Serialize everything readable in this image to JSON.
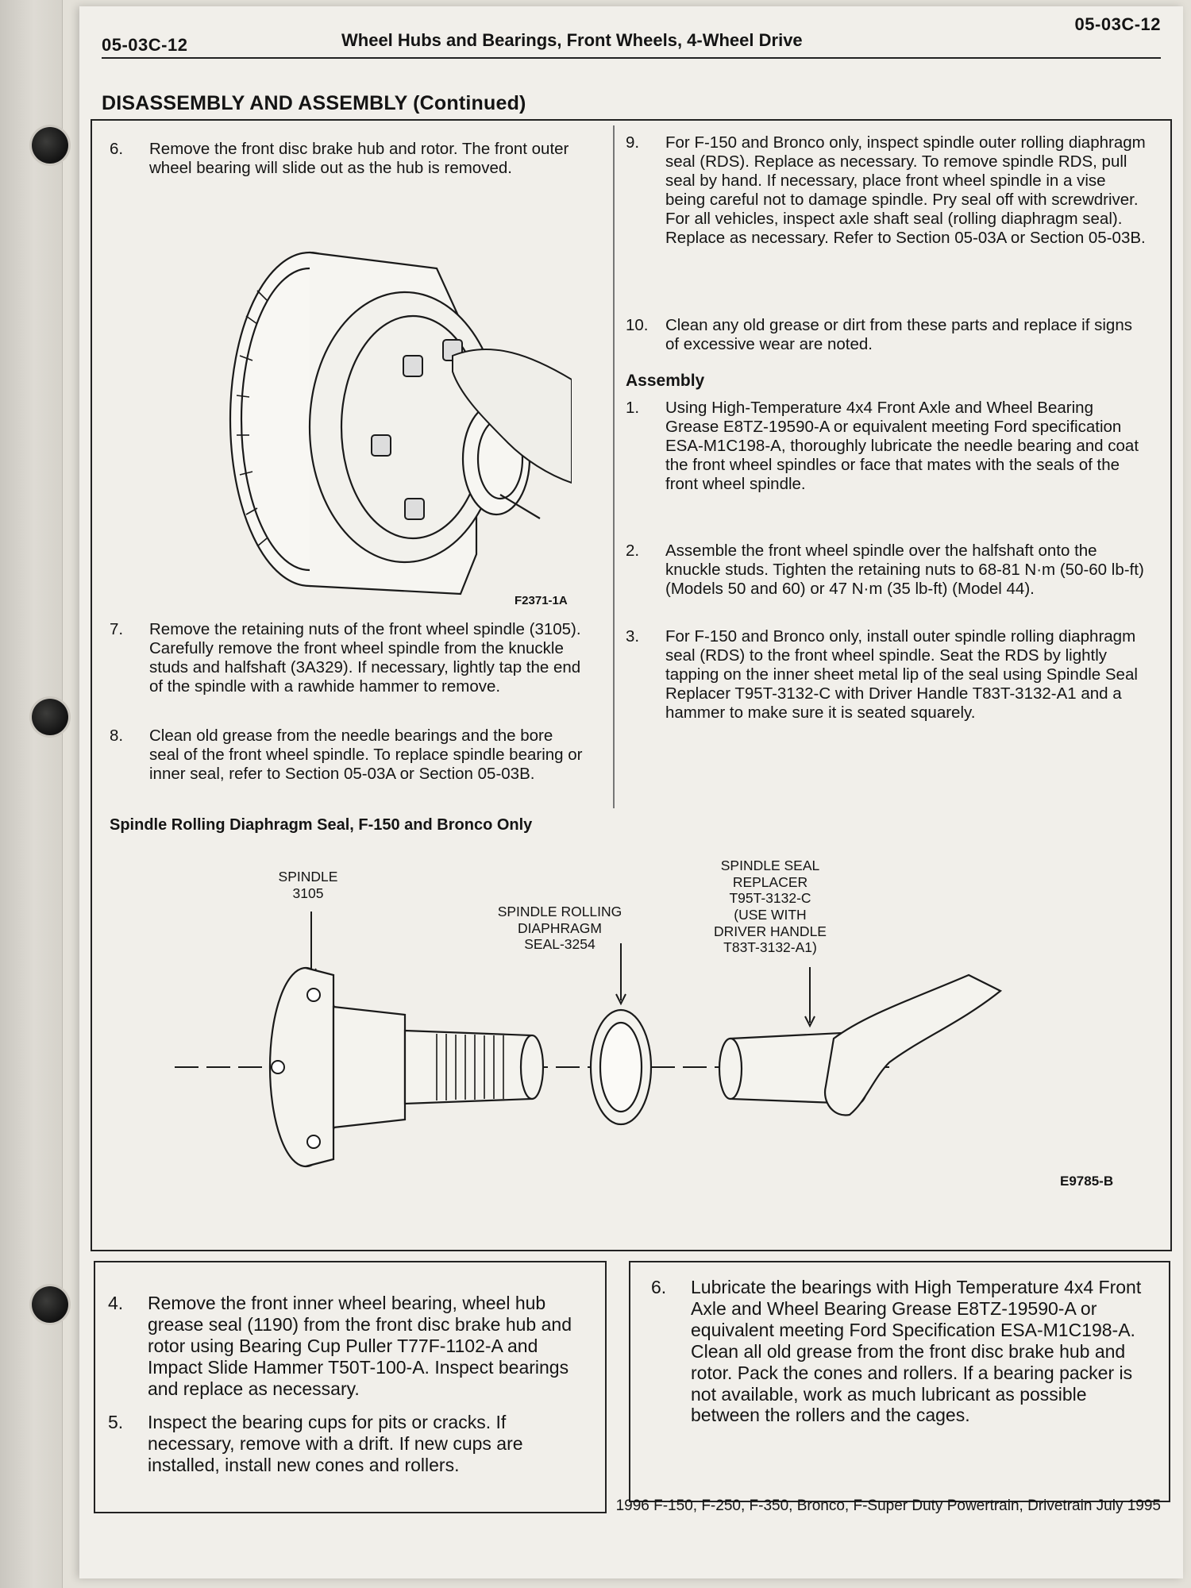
{
  "header": {
    "code_left": "05-03C-12",
    "title": "Wheel Hubs and Bearings, Front Wheels, 4-Wheel Drive",
    "code_right": "05-03C-12"
  },
  "section_title": "DISASSEMBLY AND ASSEMBLY (Continued)",
  "left_steps": [
    {
      "num": "6.",
      "text": "Remove the front disc brake hub and rotor. The front outer wheel bearing will slide out as the hub is removed."
    },
    {
      "num": "7.",
      "text": "Remove the retaining nuts of the front wheel spindle (3105). Carefully remove the front wheel spindle from the knuckle studs and halfshaft (3A329). If necessary, lightly tap the end of the spindle with a rawhide hammer to remove."
    },
    {
      "num": "8.",
      "text": "Clean old grease from the needle bearings and the bore seal of the front wheel spindle. To replace spindle bearing or inner seal, refer to Section 05-03A or Section 05-03B."
    }
  ],
  "figure1_caption": "F2371-1A",
  "right_steps": [
    {
      "num": "9.",
      "text": "For F-150 and Bronco only, inspect spindle outer rolling diaphragm seal (RDS). Replace as necessary. To remove spindle RDS, pull seal by hand. If necessary, place front wheel spindle in a vise being careful not to damage spindle. Pry seal off with screwdriver. For all vehicles, inspect axle shaft seal (rolling diaphragm seal). Replace as necessary. Refer to Section 05-03A or Section 05-03B."
    },
    {
      "num": "10.",
      "text": "Clean any old grease or dirt from these parts and replace if signs of excessive wear are noted."
    }
  ],
  "assembly_heading": "Assembly",
  "assembly_steps": [
    {
      "num": "1.",
      "text": "Using High-Temperature 4x4 Front Axle and Wheel Bearing Grease E8TZ-19590-A or equivalent meeting Ford specification ESA-M1C198-A, thoroughly lubricate the needle bearing and coat the front wheel spindles or face that mates with the seals of the front wheel spindle."
    },
    {
      "num": "2.",
      "text": "Assemble the front wheel spindle over the halfshaft onto the knuckle studs. Tighten the retaining nuts to 68-81 N·m (50-60 lb-ft) (Models 50 and 60) or 47 N·m (35 lb-ft) (Model 44)."
    },
    {
      "num": "3.",
      "text": "For F-150 and Bronco only, install outer spindle rolling diaphragm seal (RDS) to the front wheel spindle. Seat the RDS by lightly tapping on the inner sheet metal lip of the seal using Spindle Seal Replacer T95T-3132-C with Driver Handle T83T-3132-A1 and a hammer to make sure it is seated squarely."
    }
  ],
  "figure2": {
    "title": "Spindle Rolling Diaphragm Seal, F-150 and Bronco Only",
    "label_spindle": "SPINDLE\n3105",
    "label_seal": "SPINDLE ROLLING\nDIAPHRAGM\nSEAL-3254",
    "label_replacer": "SPINDLE SEAL\nREPLACER\nT95T-3132-C\n(USE WITH\nDRIVER HANDLE\nT83T-3132-A1)",
    "caption": "E9785-B"
  },
  "bottom_left_steps": [
    {
      "num": "4.",
      "text": "Remove the front inner wheel bearing, wheel hub grease seal (1190) from the front disc brake hub and rotor using Bearing Cup Puller T77F-1102-A and Impact Slide Hammer T50T-100-A. Inspect bearings and replace as necessary."
    },
    {
      "num": "5.",
      "text": "Inspect the bearing cups for pits or cracks. If necessary, remove with a drift. If new cups are installed, install new cones and rollers."
    }
  ],
  "bottom_right_steps": [
    {
      "num": "6.",
      "text": "Lubricate the bearings with High Temperature 4x4 Front Axle and Wheel Bearing Grease E8TZ-19590-A or equivalent meeting Ford Specification ESA-M1C198-A. Clean all old grease from the front disc brake hub and rotor. Pack the cones and rollers. If a bearing packer is not available, work as much lubricant as possible between the rollers and the cages."
    }
  ],
  "footer": "1996 F-150, F-250, F-350, Bronco, F-Super Duty Powertrain, Drivetrain July 1995"
}
